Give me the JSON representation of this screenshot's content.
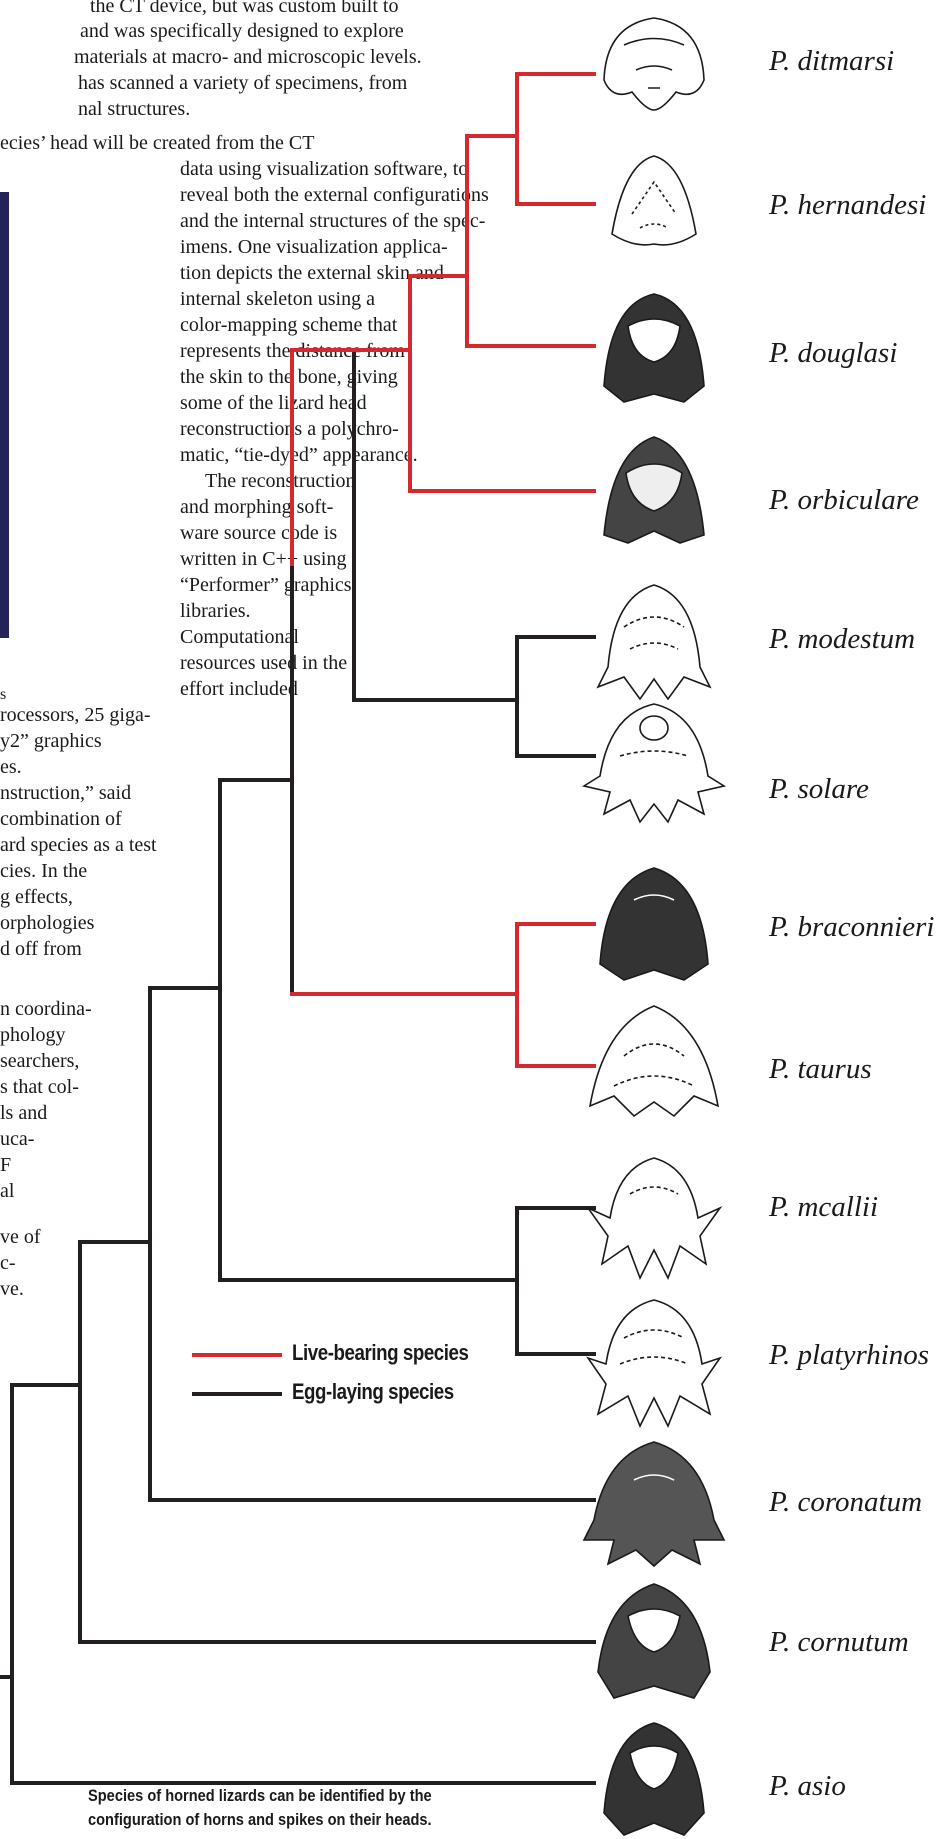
{
  "article_lines": [
    "the CT device, but was custom built to",
    "and was specifically designed to explore",
    "materials at macro- and microscopic levels.",
    "has scanned a variety of specimens, from",
    "nal structures.",
    "ecies’ head will be created from the CT",
    "data using visualization software, to",
    "reveal both the external configurations",
    "and the internal structures of the spec-",
    "imens. One visualization applica-",
    "tion depicts the external skin and",
    "internal skeleton using a",
    "color-mapping scheme that",
    "represents the distance from",
    "the skin to the bone, giving",
    "some of the lizard head",
    "reconstructions a polychro-",
    "matic, “tie-dyed” appearance.",
    "The reconstruction",
    "and morphing soft-",
    "ware source code is",
    "written in C++ using",
    "“Performer” graphics",
    "libraries.",
    "Computational",
    "resources used in the",
    "effort included",
    "rocessors, 25 giga-",
    "y2” graphics",
    "es.",
    "nstruction,” said",
    "combination of",
    "ard species as a test",
    "cies. In the",
    "g effects,",
    "orphologies",
    "d off from",
    "n coordina-",
    "phology",
    "searchers,",
    "s that col-",
    "ls and",
    "uca-",
    "F",
    "al",
    "ve of",
    "c-",
    "ve."
  ],
  "sidebar_mark": "s",
  "species": [
    "P. ditmarsi",
    "P. hernandesi",
    "P. douglasi",
    "P. orbiculare",
    "P. modestum",
    "P. solare",
    "P. braconnieri",
    "P. taurus",
    "P. mcallii",
    "P. platyrhinos",
    "P. coronatum",
    "P. cornutum",
    "P. asio"
  ],
  "legend": {
    "live_bearing": "Live-bearing species",
    "egg_laying": "Egg-laying species"
  },
  "colors": {
    "live_bearing": "#d42a2f",
    "egg_laying": "#231f20"
  },
  "caption": {
    "line1": "Species of horned lizards can be identified by the",
    "line2": "configuration of horns and spikes on their heads."
  }
}
